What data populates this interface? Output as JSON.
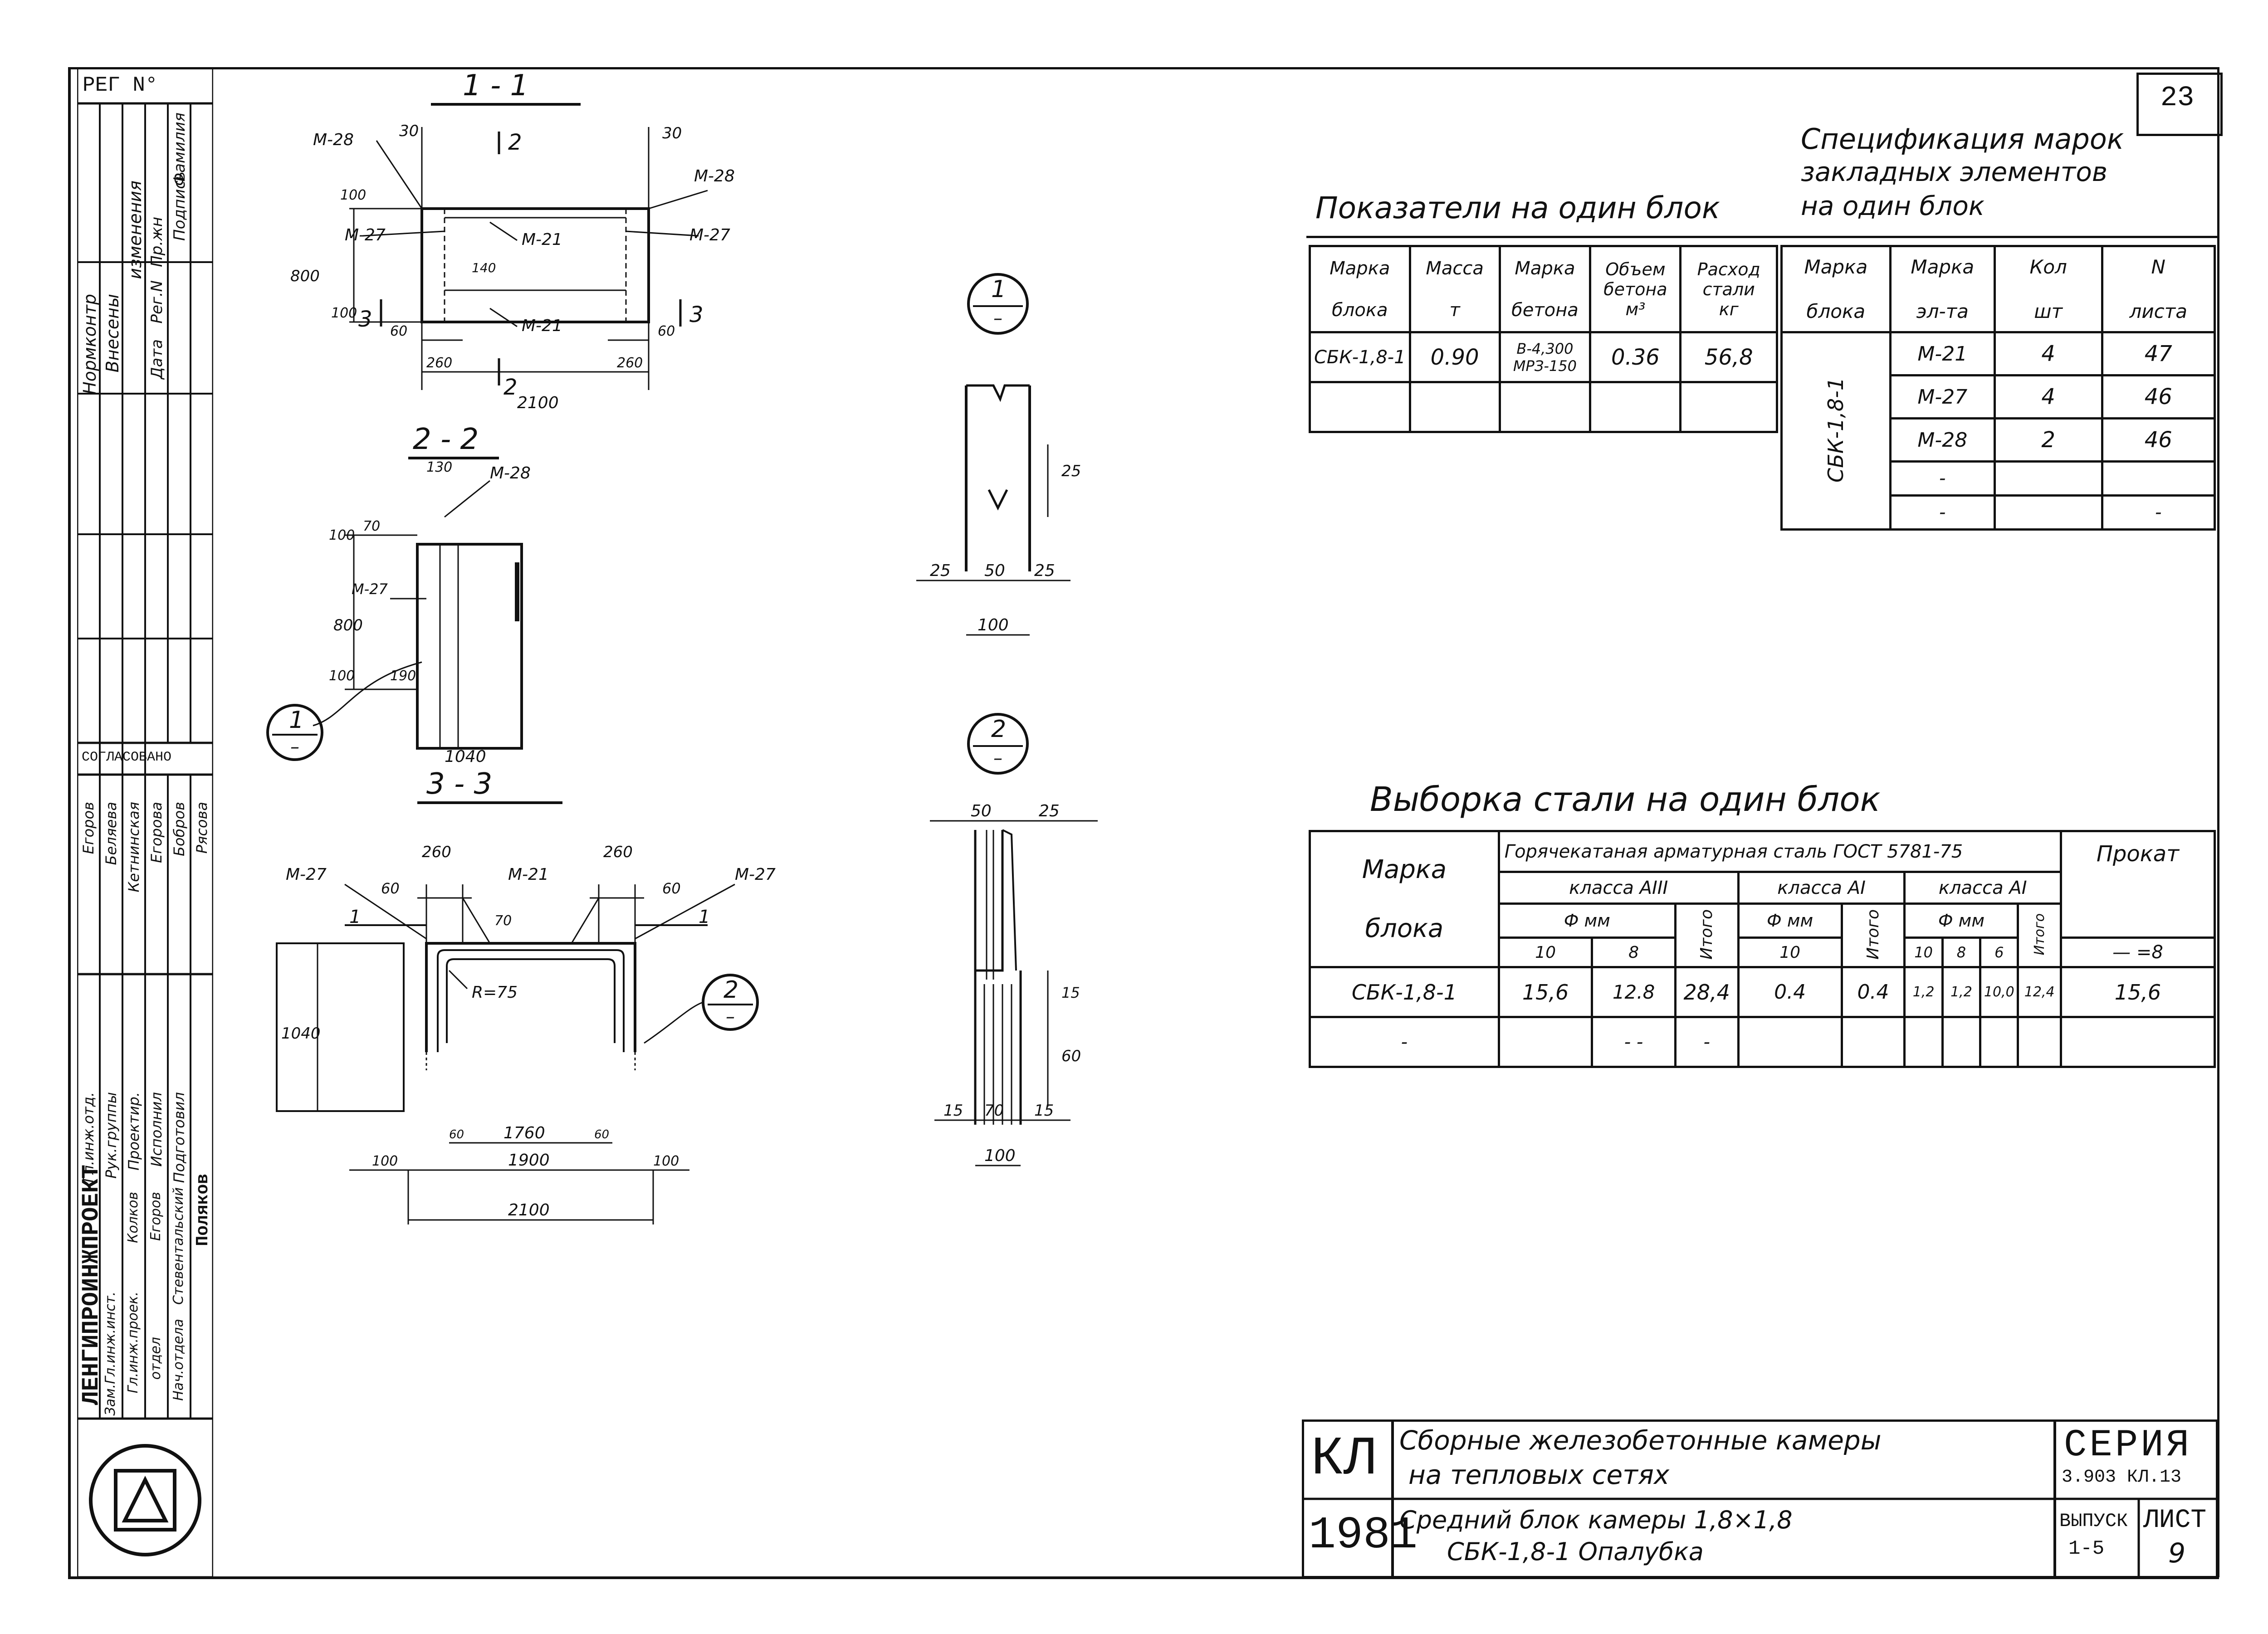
{
  "sheet_number": "23",
  "reg_no": "РЕГ N°",
  "side_stamp": {
    "change_cols": [
      "Нормконтр",
      "Внесены",
      "изменения",
      "Дата",
      "Рег.N",
      "Пр.жн",
      "Подпись",
      "Фамилия"
    ],
    "coord": "СОГЛАСОВАНО",
    "roles": [
      "Гл.инж.отд.",
      "Рук.группы",
      "Проектир.",
      "Исполнил",
      "Подготовил"
    ],
    "names": [
      "Егоров",
      "Беляева",
      "Кетнинская",
      "Егорова",
      "Бобров",
      "Рясова"
    ],
    "org": "ЛЕНГИПРОИНЖПРОЕКТ",
    "roles2": [
      "Зам.Гл.инж.инст.",
      "Гл.инж.проек.",
      "отдел",
      "Нач.отдела"
    ],
    "names2": [
      "Колков",
      "Егоров",
      "Стевентальский",
      "Поляков"
    ]
  },
  "drawings": {
    "section_1_1": {
      "title": "1 - 1",
      "labels": [
        "М-28",
        "М-28",
        "М-27",
        "М-27",
        "М-21",
        "М-21",
        "2",
        "2",
        "3",
        "3"
      ],
      "dims": [
        "30",
        "30",
        "100",
        "800",
        "100",
        "140",
        "60",
        "60",
        "260",
        "260",
        "2100"
      ]
    },
    "section_2_2": {
      "title": "2 - 2",
      "labels": [
        "М-28",
        "М-27"
      ],
      "dims": [
        "130",
        "100",
        "70",
        "800",
        "100",
        "190",
        "1040"
      ],
      "callout": [
        "1",
        "–"
      ]
    },
    "section_3_3": {
      "title": "3 - 3",
      "labels": [
        "М-27",
        "М-21",
        "М-27",
        "R=75"
      ],
      "dims": [
        "260",
        "260",
        "60",
        "60",
        "70",
        "1040",
        "1760",
        "60",
        "60",
        "1900",
        "100",
        "100",
        "2100"
      ],
      "callout": [
        "2",
        "–"
      ],
      "arrows": [
        "1",
        "1"
      ]
    },
    "detail_1": {
      "callout": [
        "1",
        "–"
      ],
      "dims": [
        "25",
        "25",
        "50",
        "25",
        "100"
      ]
    },
    "detail_2": {
      "callout": [
        "2",
        "–"
      ],
      "dims": [
        "50",
        "25",
        "15",
        "60",
        "15",
        "70",
        "15",
        "100"
      ]
    }
  },
  "indicators": {
    "title": "Показатели на один блок",
    "headers": [
      [
        "Марка",
        "блока"
      ],
      [
        "Масса",
        "т"
      ],
      [
        "Марка",
        "бетона"
      ],
      [
        "Объем",
        "бетона",
        "м³"
      ],
      [
        "Расход",
        "стали",
        "кг"
      ]
    ],
    "rows": [
      [
        "СБК-1,8-1",
        "0.90",
        "В-4,300 МРЗ-150",
        "0.36",
        "56,8"
      ],
      [
        "",
        "",
        "",
        "",
        ""
      ]
    ]
  },
  "spec": {
    "title_lines": [
      "Спецификация марок",
      "закладных элементов",
      "на один блок"
    ],
    "headers": [
      [
        "Марка",
        "блока"
      ],
      [
        "Марка",
        "эл-та"
      ],
      [
        "Кол",
        "шт"
      ],
      [
        "N",
        "листа"
      ]
    ],
    "block": "СБК-1,8-1",
    "rows": [
      [
        "М-21",
        "4",
        "47"
      ],
      [
        "М-27",
        "4",
        "46"
      ],
      [
        "М-28",
        "2",
        "46"
      ],
      [
        "-",
        "",
        ""
      ],
      [
        "-",
        "",
        "-"
      ]
    ]
  },
  "steel": {
    "title": "Выборка стали на один блок",
    "col_marka": [
      "Марка",
      "блока"
    ],
    "group_hot": "Горячекатаная арматурная сталь ГОСТ 5781-75",
    "group_prokat": "Прокат",
    "class_a3": "класса АIII",
    "class_a1": "класса АI",
    "class_a1b": "класса АI",
    "phi_mm": "Ф мм",
    "itogo": "Итого",
    "diam_a3": [
      "10",
      "8"
    ],
    "diam_a1": [
      "10"
    ],
    "diam_a1b": [
      "10",
      "8",
      "6"
    ],
    "prokat_sub": "— =8",
    "rows": [
      [
        "СБК-1,8-1",
        "15,6",
        "12.8",
        "28,4",
        "0.4",
        "0.4",
        "1,2",
        "1,2",
        "10,0",
        "12,4",
        "15,6"
      ],
      [
        "-",
        "",
        "- -",
        "-",
        "",
        "",
        "",
        "",
        "",
        "",
        ""
      ]
    ]
  },
  "title_block": {
    "kl": "КЛ",
    "year": "1981",
    "line1": "Сборные железобетонные камеры",
    "line2": "на тепловых сетях",
    "line3": "Средний блок камеры 1,8×1,8",
    "line4": "СБК-1,8-1 Опалубка",
    "seria_label": "СЕРИЯ",
    "seria_value": "3.903 КЛ.13",
    "vypusk_label": "ВЫПУСК",
    "vypusk_value": "1-5",
    "list_label": "ЛИСТ",
    "list_value": "9"
  }
}
